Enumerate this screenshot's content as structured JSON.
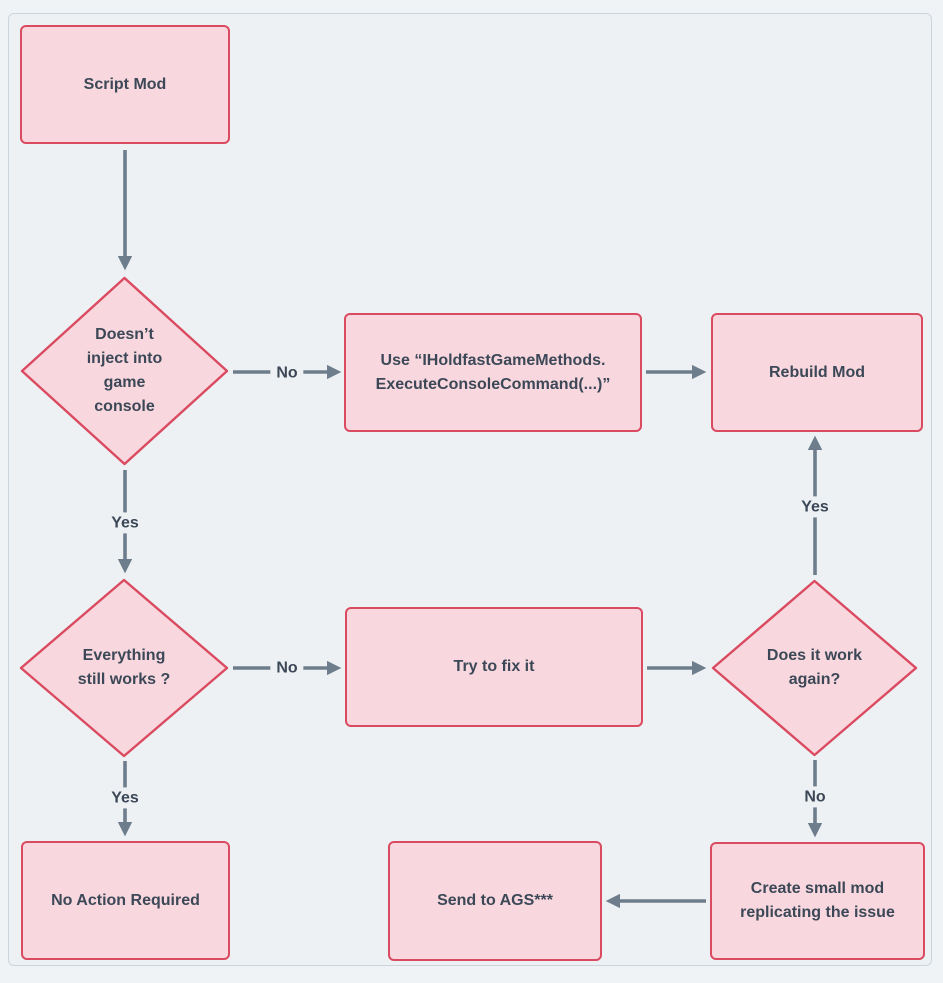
{
  "colors": {
    "background": "#f0f3f6",
    "frame_background": "#edf1f4",
    "frame_border": "#ccd5dd",
    "node_fill": "#f8d8de",
    "node_border": "#da4a60",
    "arrow": "#6e7d8c",
    "text": "#3c4857"
  },
  "nodes": {
    "script_mod": {
      "label": "Script Mod",
      "type": "process"
    },
    "inject_check": {
      "label": "Doesn’t\ninject into\ngame\nconsole",
      "type": "decision"
    },
    "use_console_command": {
      "label": "Use “IHoldfastGameMethods.\nExecuteConsoleCommand(...)”",
      "type": "process"
    },
    "rebuild_mod": {
      "label": "Rebuild Mod",
      "type": "process"
    },
    "everything_works": {
      "label": "Everything\nstill works ?",
      "type": "decision"
    },
    "try_to_fix": {
      "label": "Try to fix it",
      "type": "process"
    },
    "work_again": {
      "label": "Does it work\nagain?",
      "type": "decision"
    },
    "no_action": {
      "label": "No Action Required",
      "type": "process"
    },
    "send_to_ags": {
      "label": "Send to AGS***",
      "type": "process"
    },
    "create_small_mod": {
      "label": "Create small mod\nreplicating the issue",
      "type": "process"
    }
  },
  "edge_labels": {
    "inject_no": "No",
    "inject_yes": "Yes",
    "works_no": "No",
    "works_yes": "Yes",
    "again_yes": "Yes",
    "again_no": "No"
  }
}
